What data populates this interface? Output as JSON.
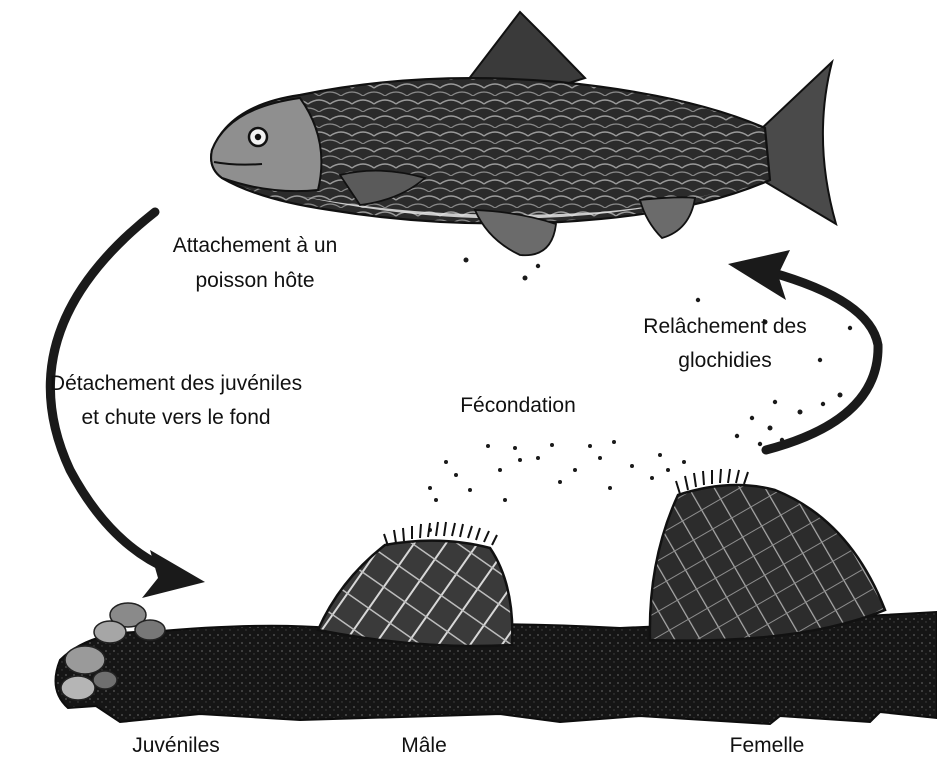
{
  "labels": {
    "attachment_line1": "Attachement à un",
    "attachment_line2": "poisson hôte",
    "detachment_line1": "Détachement des juvéniles",
    "detachment_line2": "et chute vers le fond",
    "fertilization": "Fécondation",
    "release_line1": "Relâchement des",
    "release_line2": "glochidies",
    "juveniles": "Juvéniles",
    "male": "Mâle",
    "female": "Femelle"
  },
  "colors": {
    "ink": "#1a1a1a",
    "substrate": "#141414",
    "paper": "#ffffff"
  },
  "illustrations": {
    "fish": "host-fish-illustration",
    "male_mussel": "male-mussel-illustration",
    "female_mussel": "female-mussel-illustration",
    "juveniles": "juvenile-mussels-illustration",
    "substrate": "riverbed-substrate"
  }
}
